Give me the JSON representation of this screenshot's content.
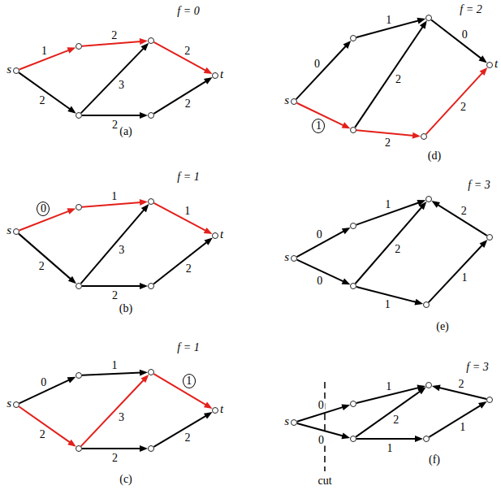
{
  "diagram": {
    "nodes": [
      {
        "text": [
          "s"
        ]
      },
      {
        "text": []
      },
      {
        "text": []
      },
      {
        "text": []
      },
      {
        "text": []
      },
      {
        "text": [
          "t"
        ]
      },
      {
        "text": [
          "s"
        ]
      },
      {
        "text": []
      },
      {
        "text": []
      },
      {
        "text": []
      },
      {
        "text": []
      },
      {
        "text": [
          "t"
        ]
      },
      {
        "text": [
          "s"
        ]
      },
      {
        "text": []
      },
      {
        "text": []
      },
      {
        "text": []
      },
      {
        "text": []
      },
      {
        "text": [
          "t"
        ]
      },
      {
        "text": [
          "s"
        ]
      },
      {
        "text": []
      },
      {
        "text": []
      },
      {
        "text": []
      },
      {
        "text": []
      },
      {
        "text": [
          "t"
        ]
      },
      {
        "text": [
          "s"
        ]
      },
      {
        "text": []
      },
      {
        "text": []
      },
      {
        "text": []
      },
      {
        "text": []
      },
      {
        "text": []
      },
      {
        "text": [
          "s"
        ]
      },
      {
        "text": []
      },
      {
        "text": []
      },
      {
        "text": []
      },
      {
        "text": []
      },
      {
        "text": []
      }
    ],
    "edges": [
      {
        "from": 0,
        "to": 1,
        "arrow": "to",
        "label": "1"
      },
      {
        "from": 1,
        "to": 2,
        "arrow": "to",
        "label": "2"
      },
      {
        "from": 2,
        "to": 5,
        "arrow": "to",
        "label": "2"
      },
      {
        "from": 0,
        "to": 3,
        "arrow": "to",
        "label": "2"
      },
      {
        "from": 3,
        "to": 2,
        "arrow": "to",
        "label": "3"
      },
      {
        "from": 3,
        "to": 4,
        "arrow": "to",
        "label": "2"
      },
      {
        "from": 4,
        "to": 5,
        "arrow": "to",
        "label": "2"
      },
      {
        "from": 6,
        "to": 7,
        "arrow": "to",
        "label": "0"
      },
      {
        "from": 7,
        "to": 8,
        "arrow": "to",
        "label": "1"
      },
      {
        "from": 8,
        "to": 11,
        "arrow": "to",
        "label": "1"
      },
      {
        "from": 6,
        "to": 9,
        "arrow": "to",
        "label": "2"
      },
      {
        "from": 9,
        "to": 8,
        "arrow": "to",
        "label": "3"
      },
      {
        "from": 9,
        "to": 10,
        "arrow": "to",
        "label": "2"
      },
      {
        "from": 10,
        "to": 11,
        "arrow": "to",
        "label": "2"
      },
      {
        "from": 12,
        "to": 13,
        "arrow": "to",
        "label": "0"
      },
      {
        "from": 13,
        "to": 14,
        "arrow": "to",
        "label": "1"
      },
      {
        "from": 14,
        "to": 17,
        "arrow": "to",
        "label": "1"
      },
      {
        "from": 12,
        "to": 15,
        "arrow": "to",
        "label": "2"
      },
      {
        "from": 15,
        "to": 14,
        "arrow": "to",
        "label": "3"
      },
      {
        "from": 15,
        "to": 16,
        "arrow": "to",
        "label": "2"
      },
      {
        "from": 16,
        "to": 17,
        "arrow": "to",
        "label": "2"
      },
      {
        "from": 18,
        "to": 19,
        "arrow": "to",
        "label": "0"
      },
      {
        "from": 19,
        "to": 20,
        "arrow": "to",
        "label": "1"
      },
      {
        "from": 20,
        "to": 23,
        "arrow": "to",
        "label": "0"
      },
      {
        "from": 18,
        "to": 21,
        "arrow": "to",
        "label": "1"
      },
      {
        "from": 21,
        "to": 20,
        "arrow": "to",
        "label": "2"
      },
      {
        "from": 21,
        "to": 22,
        "arrow": "to",
        "label": "2"
      },
      {
        "from": 22,
        "to": 23,
        "arrow": "to",
        "label": "2"
      },
      {
        "from": 24,
        "to": 25,
        "arrow": "to",
        "label": "0"
      },
      {
        "from": 25,
        "to": 26,
        "arrow": "to",
        "label": "1"
      },
      {
        "from": 24,
        "to": 27,
        "arrow": "to",
        "label": "0"
      },
      {
        "from": 27,
        "to": 26,
        "arrow": "to",
        "label": "2"
      },
      {
        "from": 27,
        "to": 28,
        "arrow": "to",
        "label": "1"
      },
      {
        "from": 28,
        "to": 29,
        "arrow": "to",
        "label": "1"
      },
      {
        "from": 29,
        "to": 26,
        "arrow": "to",
        "label": "2"
      },
      {
        "from": 30,
        "to": 31,
        "arrow": "to",
        "label": "0"
      },
      {
        "from": 31,
        "to": 32,
        "arrow": "to",
        "label": "1"
      },
      {
        "from": 30,
        "to": 33,
        "arrow": "to",
        "label": "0"
      },
      {
        "from": 33,
        "to": 32,
        "arrow": "to",
        "label": "2"
      },
      {
        "from": 33,
        "to": 34,
        "arrow": "to",
        "label": "1"
      },
      {
        "from": 34,
        "to": 35,
        "arrow": "to",
        "label": "1"
      },
      {
        "from": 35,
        "to": 32,
        "arrow": "to",
        "label": "2"
      }
    ],
    "labels": [
      "f = 0",
      "(a)",
      "f = 1",
      "(b)",
      "f = 1",
      "(c)",
      "f = 2",
      "(d)",
      "f = 3",
      "(e)",
      "f = 3",
      "(f)",
      "cut"
    ]
  }
}
